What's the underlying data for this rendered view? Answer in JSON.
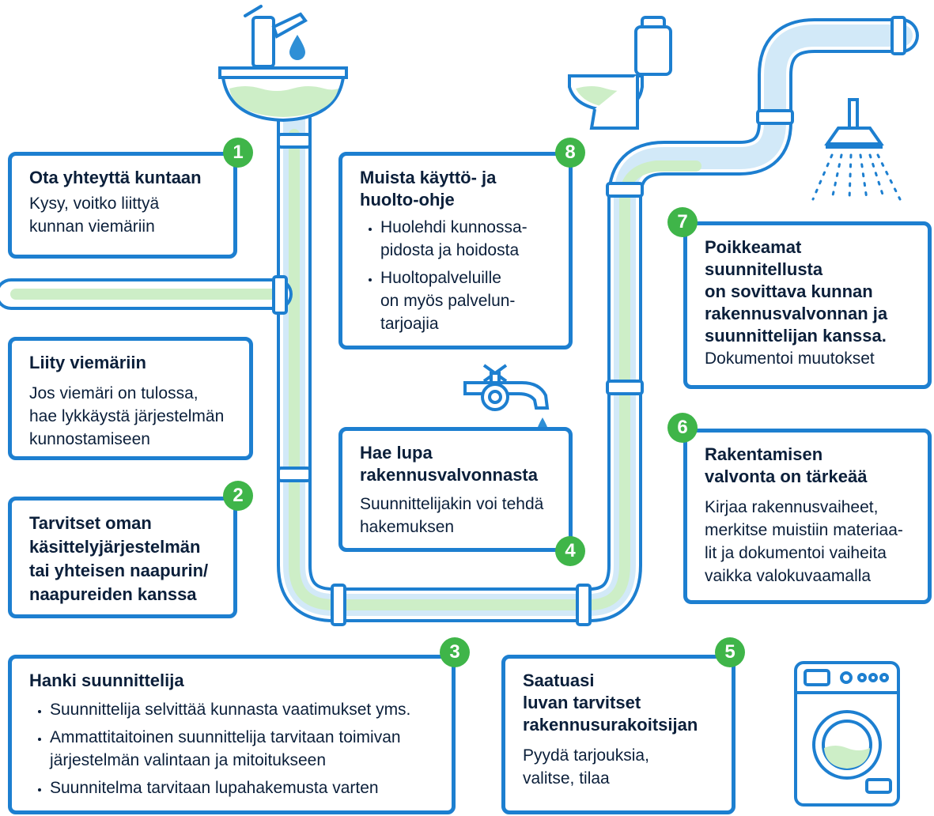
{
  "colors": {
    "outline": "#1d7fd0",
    "pipe_fill": "#d2e9f8",
    "water": "#cdeec7",
    "badge": "#3fb549",
    "text": "#0b1f3a"
  },
  "icons": [
    "sink-icon",
    "water-drop-icon",
    "toilet-icon",
    "shower-icon",
    "tap-icon",
    "washing-machine-icon",
    "drain-pipe-icon"
  ],
  "steps": {
    "s1": {
      "number": "1",
      "title": "Ota yhteyttä kuntaan",
      "text": "Kysy, voitko liittyä\nkunnan viemäriin"
    },
    "connect": {
      "title": "Liity viemäriin",
      "text": "Jos viemäri on tulossa,\nhae lykkäystä järjestelmän\nkunnostamiseen"
    },
    "s2": {
      "number": "2",
      "title": "Tarvitset oman\nkäsittelyjärjestelmän\ntai yhteisen naapurin/\nnaapureiden kanssa"
    },
    "s3": {
      "number": "3",
      "title": "Hanki suunnittelija",
      "bullets": [
        "Suunnittelija selvittää kunnasta vaatimukset yms.",
        "Ammattitaitoinen suunnittelija tarvitaan toimivan\njärjestelmän valintaan ja mitoitukseen",
        "Suunnitelma tarvitaan lupahakemusta varten"
      ]
    },
    "s4": {
      "number": "4",
      "title": "Hae lupa\nrakennusvalvonnasta",
      "text": "Suunnittelijakin voi tehdä\nhakemuksen"
    },
    "s5": {
      "number": "5",
      "title": "Saatuasi\nluvan tarvitset\nrakennusurakoitsijan",
      "text": "Pyydä tarjouksia,\nvalitse, tilaa"
    },
    "s6": {
      "number": "6",
      "title": "Rakentamisen\nvalvonta on tärkeää",
      "text": "Kirjaa rakennusvaiheet,\nmerkitse muistiin materiaa-\nlit ja dokumentoi vaiheita\nvaikka valokuvaamalla"
    },
    "s7": {
      "number": "7",
      "title": "Poikkeamat\nsuunnitellusta\non sovittava kunnan\nrakennusvalvonnan ja\nsuunnittelijan kanssa.",
      "text": "Dokumentoi muutokset"
    },
    "s8": {
      "number": "8",
      "title": "Muista käyttö- ja\nhuolto-ohje",
      "bullets": [
        "Huolehdi kunnossa-\npidosta ja hoidosta",
        "Huoltopalveluille\non myös palvelun-\ntarjoajia"
      ]
    }
  }
}
